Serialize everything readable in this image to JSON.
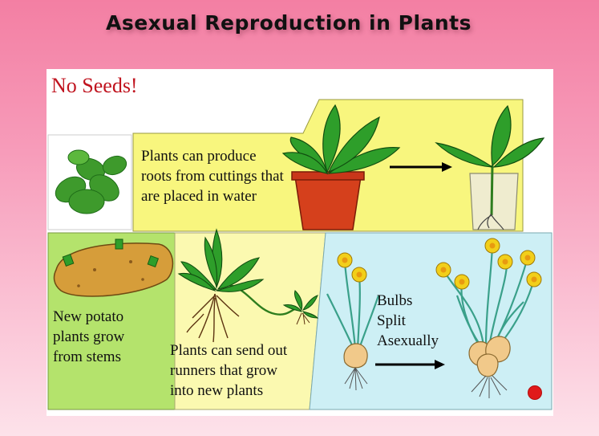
{
  "title": "Asexual Reproduction in Plants",
  "heading": "No Seeds!",
  "cuttings": {
    "lines": [
      "Plants can produce",
      "roots from cuttings that",
      "are placed in water"
    ]
  },
  "potato": {
    "lines": [
      "New potato",
      "plants grow",
      "from stems"
    ]
  },
  "runners": {
    "lines": [
      "Plants can send out",
      "runners that grow",
      "into new plants"
    ]
  },
  "bulbs": {
    "lines": [
      "Bulbs",
      "Split",
      "Asexually"
    ]
  },
  "colors": {
    "background_top": "#f37fa3",
    "heading": "#c0141f",
    "yellow_panel": "#f8f67e",
    "green_panel": "#b4e36c",
    "light_yellow_panel": "#fbf9b0",
    "blue_panel": "#cdeff5",
    "leaf": "#2e9e2a",
    "pot": "#d5401c",
    "potato": "#d69d3a",
    "flower": "#f2cf1a",
    "bulb": "#f1c98a"
  },
  "icons": [
    "mint-leaf-photo",
    "potted-plant-icon",
    "cutting-in-glass-icon",
    "arrow-right-icon",
    "potato-icon",
    "runner-plant-icon",
    "daffodil-bulb-icon",
    "daffodil-cluster-icon",
    "red-dot-icon"
  ]
}
